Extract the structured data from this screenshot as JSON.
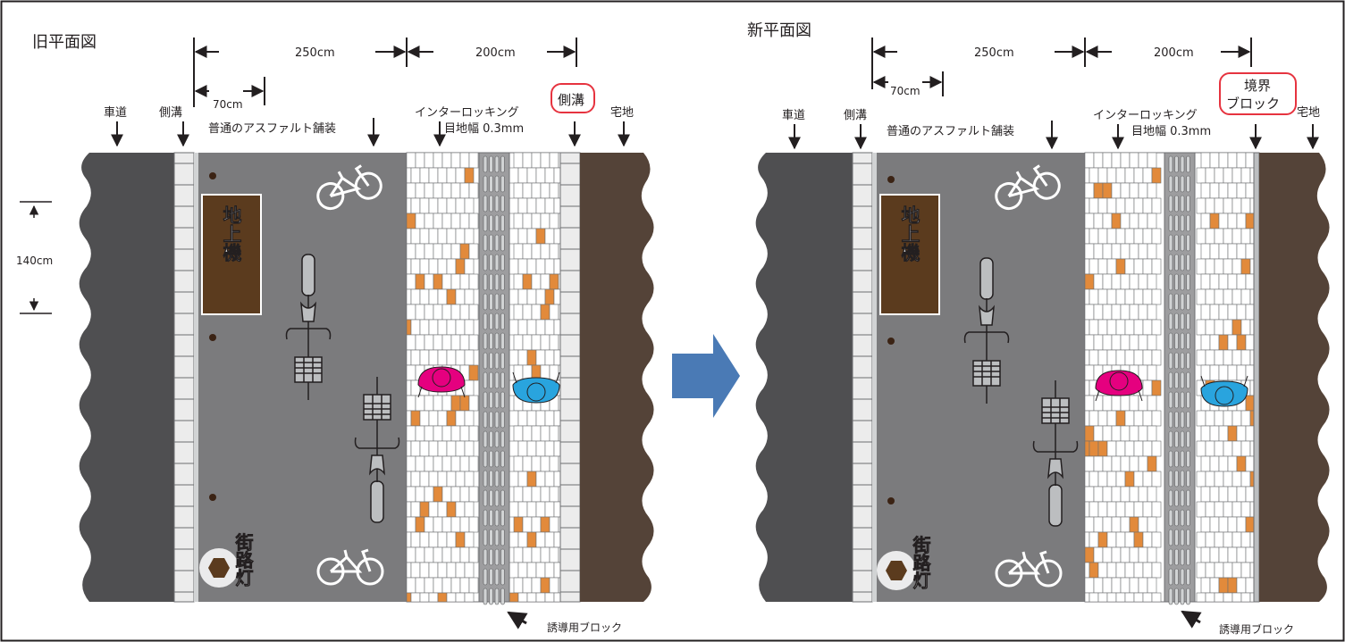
{
  "colors": {
    "road": "#4f4f51",
    "asphalt": "#7b7b7d",
    "curb": "#ececec",
    "interlocking": "#ffffff",
    "tile_accent": "#e28a3b",
    "drain": "#9d9d9f",
    "residential": "#544338",
    "transformer": "#5b3b1e",
    "pedestrian_pink": "#e5007f",
    "pedestrian_blue": "#29a4de",
    "arrow": "#4a7ab5",
    "highlight": "#e6333f"
  },
  "old": {
    "title": "旧平面図",
    "dim_asphalt": "250cm",
    "dim_interlocking": "200cm",
    "dim_edge": "70cm",
    "dim_height": "140cm",
    "label_road": "車道",
    "label_gutter": "側溝",
    "label_asphalt": "普通のアスファルト舗装",
    "label_interlocking": "インターロッキング",
    "label_joint": "目地幅 0.3mm",
    "label_gutter_highlight": "側溝",
    "label_residential": "宅地",
    "transformer": "地上機",
    "streetlight": "街路灯",
    "guide_block": "誘導用ブロック",
    "bicycle_icon": "bicycle-icon",
    "pedestrian_icon": "pedestrian-icon"
  },
  "new": {
    "title": "新平面図",
    "dim_asphalt": "250cm",
    "dim_interlocking": "200cm",
    "dim_edge": "70cm",
    "label_road": "車道",
    "label_gutter": "側溝",
    "label_asphalt": "普通のアスファルト舗装",
    "label_interlocking": "インターロッキング",
    "label_joint": "目地幅 0.3mm",
    "label_boundary_line1": "境界",
    "label_boundary_line2": "ブロック",
    "label_residential": "宅地",
    "transformer": "地上機",
    "streetlight": "街路灯",
    "guide_block": "誘導用ブロック"
  },
  "transition_icon": "right-arrow-icon"
}
